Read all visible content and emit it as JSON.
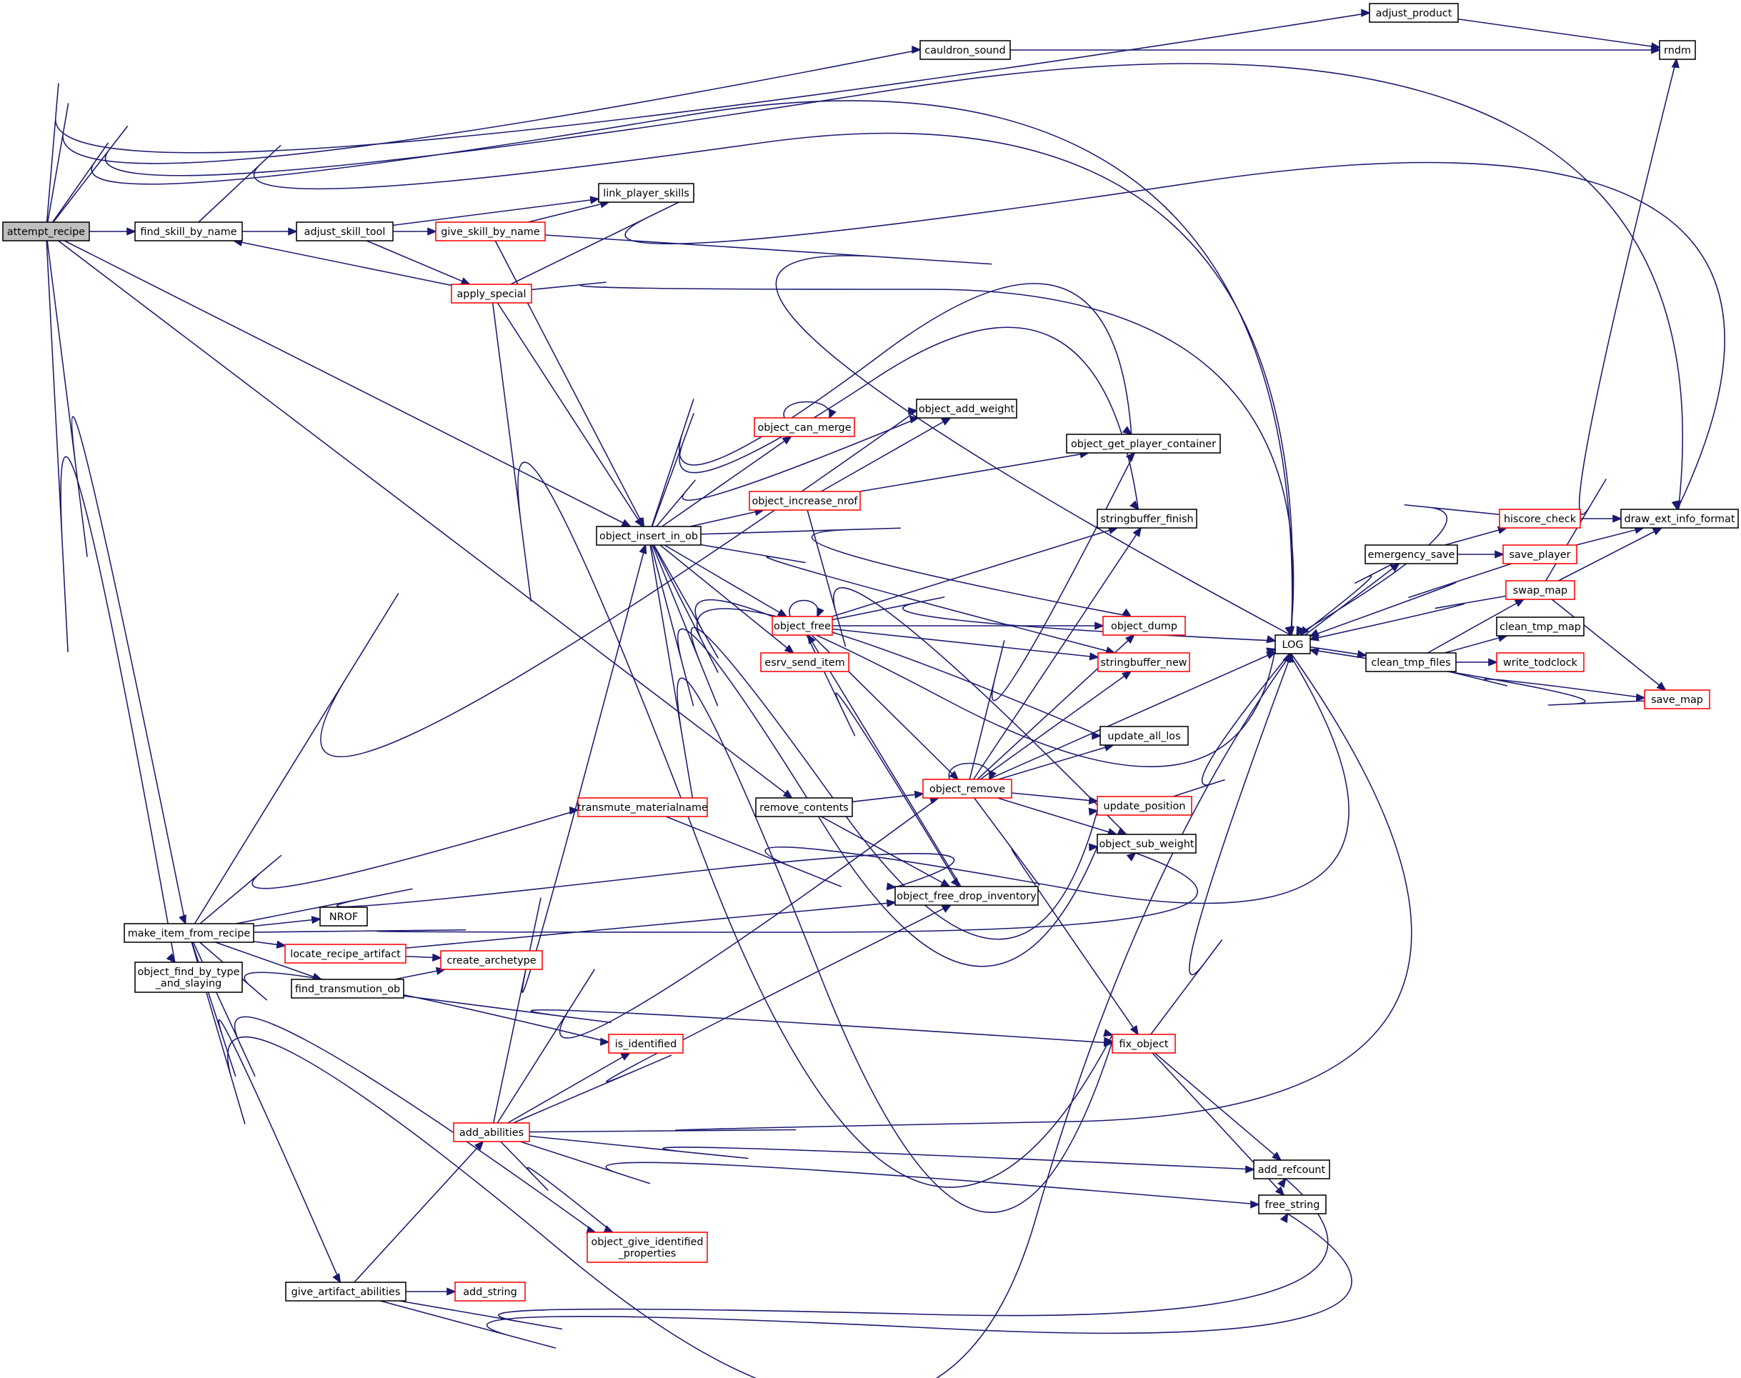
{
  "colors": {
    "edge": "#191970",
    "node_border": "#000000",
    "node_border_undocumented": "#ff0000",
    "root_fill": "#bfbfbf",
    "background": "#ffffff"
  },
  "nodes": [
    {
      "id": "attempt_recipe",
      "lines": [
        "attempt_recipe"
      ],
      "style": "root"
    },
    {
      "id": "find_skill_by_name",
      "lines": [
        "find_skill_by_name"
      ],
      "style": "plain"
    },
    {
      "id": "adjust_skill_tool",
      "lines": [
        "adjust_skill_tool"
      ],
      "style": "plain"
    },
    {
      "id": "link_player_skills",
      "lines": [
        "link_player_skills"
      ],
      "style": "plain"
    },
    {
      "id": "give_skill_by_name",
      "lines": [
        "give_skill_by_name"
      ],
      "style": "red"
    },
    {
      "id": "apply_special",
      "lines": [
        "apply_special"
      ],
      "style": "red"
    },
    {
      "id": "adjust_product",
      "lines": [
        "adjust_product"
      ],
      "style": "plain"
    },
    {
      "id": "cauldron_sound",
      "lines": [
        "cauldron_sound"
      ],
      "style": "plain"
    },
    {
      "id": "rndm",
      "lines": [
        "rndm"
      ],
      "style": "plain"
    },
    {
      "id": "object_insert_in_ob",
      "lines": [
        "object_insert_in_ob"
      ],
      "style": "plain"
    },
    {
      "id": "object_add_weight",
      "lines": [
        "object_add_weight"
      ],
      "style": "plain"
    },
    {
      "id": "object_can_merge",
      "lines": [
        "object_can_merge"
      ],
      "style": "red"
    },
    {
      "id": "object_increase_nrof",
      "lines": [
        "object_increase_nrof"
      ],
      "style": "red"
    },
    {
      "id": "object_get_player_container",
      "lines": [
        "object_get_player_container"
      ],
      "style": "plain"
    },
    {
      "id": "stringbuffer_finish",
      "lines": [
        "stringbuffer_finish"
      ],
      "style": "plain"
    },
    {
      "id": "object_free",
      "lines": [
        "object_free"
      ],
      "style": "red"
    },
    {
      "id": "esrv_send_item",
      "lines": [
        "esrv_send_item"
      ],
      "style": "red"
    },
    {
      "id": "object_dump",
      "lines": [
        "object_dump"
      ],
      "style": "red"
    },
    {
      "id": "stringbuffer_new",
      "lines": [
        "stringbuffer_new"
      ],
      "style": "red"
    },
    {
      "id": "update_all_los",
      "lines": [
        "update_all_los"
      ],
      "style": "plain"
    },
    {
      "id": "object_remove",
      "lines": [
        "object_remove"
      ],
      "style": "red"
    },
    {
      "id": "update_position",
      "lines": [
        "update_position"
      ],
      "style": "red"
    },
    {
      "id": "object_sub_weight",
      "lines": [
        "object_sub_weight"
      ],
      "style": "plain"
    },
    {
      "id": "remove_contents",
      "lines": [
        "remove_contents"
      ],
      "style": "plain"
    },
    {
      "id": "transmute_materialname",
      "lines": [
        "transmute_materialname"
      ],
      "style": "red"
    },
    {
      "id": "object_free_drop_inventory",
      "lines": [
        "object_free_drop_inventory"
      ],
      "style": "plain"
    },
    {
      "id": "make_item_from_recipe",
      "lines": [
        "make_item_from_recipe"
      ],
      "style": "plain"
    },
    {
      "id": "NROF",
      "lines": [
        "NROF"
      ],
      "style": "plain"
    },
    {
      "id": "locate_recipe_artifact",
      "lines": [
        "locate_recipe_artifact"
      ],
      "style": "red"
    },
    {
      "id": "create_archetype",
      "lines": [
        "create_archetype"
      ],
      "style": "red"
    },
    {
      "id": "find_transmution_ob",
      "lines": [
        "find_transmution_ob"
      ],
      "style": "plain"
    },
    {
      "id": "object_find_by_type_and_slaying",
      "lines": [
        "object_find_by_type",
        "_and_slaying"
      ],
      "style": "plain"
    },
    {
      "id": "is_identified",
      "lines": [
        "is_identified"
      ],
      "style": "red"
    },
    {
      "id": "fix_object",
      "lines": [
        "fix_object"
      ],
      "style": "red"
    },
    {
      "id": "add_abilities",
      "lines": [
        "add_abilities"
      ],
      "style": "red"
    },
    {
      "id": "object_give_identified_properties",
      "lines": [
        "object_give_identified",
        "_properties"
      ],
      "style": "red"
    },
    {
      "id": "add_refcount",
      "lines": [
        "add_refcount"
      ],
      "style": "plain"
    },
    {
      "id": "free_string",
      "lines": [
        "free_string"
      ],
      "style": "plain"
    },
    {
      "id": "give_artifact_abilities",
      "lines": [
        "give_artifact_abilities"
      ],
      "style": "plain"
    },
    {
      "id": "add_string",
      "lines": [
        "add_string"
      ],
      "style": "red"
    },
    {
      "id": "LOG",
      "lines": [
        "LOG"
      ],
      "style": "plain"
    },
    {
      "id": "emergency_save",
      "lines": [
        "emergency_save"
      ],
      "style": "plain"
    },
    {
      "id": "hiscore_check",
      "lines": [
        "hiscore_check"
      ],
      "style": "red"
    },
    {
      "id": "save_player",
      "lines": [
        "save_player"
      ],
      "style": "red"
    },
    {
      "id": "draw_ext_info_format",
      "lines": [
        "draw_ext_info_format"
      ],
      "style": "plain"
    },
    {
      "id": "swap_map",
      "lines": [
        "swap_map"
      ],
      "style": "red"
    },
    {
      "id": "clean_tmp_map",
      "lines": [
        "clean_tmp_map"
      ],
      "style": "plain"
    },
    {
      "id": "clean_tmp_files",
      "lines": [
        "clean_tmp_files"
      ],
      "style": "plain"
    },
    {
      "id": "write_todclock",
      "lines": [
        "write_todclock"
      ],
      "style": "red"
    },
    {
      "id": "save_map",
      "lines": [
        "save_map"
      ],
      "style": "red"
    }
  ],
  "edges": [
    [
      "attempt_recipe",
      "adjust_product"
    ],
    [
      "attempt_recipe",
      "cauldron_sound"
    ],
    [
      "attempt_recipe",
      "LOG"
    ],
    [
      "attempt_recipe",
      "draw_ext_info_format"
    ],
    [
      "attempt_recipe",
      "find_skill_by_name"
    ],
    [
      "attempt_recipe",
      "object_insert_in_ob"
    ],
    [
      "attempt_recipe",
      "remove_contents"
    ],
    [
      "attempt_recipe",
      "make_item_from_recipe"
    ],
    [
      "attempt_recipe",
      "object_find_by_type_and_slaying"
    ],
    [
      "adjust_product",
      "rndm"
    ],
    [
      "cauldron_sound",
      "rndm"
    ],
    [
      "find_skill_by_name",
      "adjust_skill_tool"
    ],
    [
      "find_skill_by_name",
      "LOG"
    ],
    [
      "adjust_skill_tool",
      "link_player_skills"
    ],
    [
      "adjust_skill_tool",
      "give_skill_by_name"
    ],
    [
      "adjust_skill_tool",
      "apply_special"
    ],
    [
      "give_skill_by_name",
      "link_player_skills"
    ],
    [
      "give_skill_by_name",
      "object_insert_in_ob"
    ],
    [
      "give_skill_by_name",
      "LOG"
    ],
    [
      "apply_special",
      "find_skill_by_name"
    ],
    [
      "apply_special",
      "draw_ext_info_format"
    ],
    [
      "apply_special",
      "LOG"
    ],
    [
      "apply_special",
      "object_insert_in_ob"
    ],
    [
      "apply_special",
      "fix_object"
    ],
    [
      "object_insert_in_ob",
      "object_add_weight"
    ],
    [
      "object_insert_in_ob",
      "object_can_merge"
    ],
    [
      "object_insert_in_ob",
      "object_increase_nrof"
    ],
    [
      "object_insert_in_ob",
      "object_get_player_container"
    ],
    [
      "object_insert_in_ob",
      "stringbuffer_finish"
    ],
    [
      "object_insert_in_ob",
      "object_dump"
    ],
    [
      "object_insert_in_ob",
      "stringbuffer_new"
    ],
    [
      "object_insert_in_ob",
      "object_free"
    ],
    [
      "object_insert_in_ob",
      "esrv_send_item"
    ],
    [
      "object_insert_in_ob",
      "LOG"
    ],
    [
      "object_insert_in_ob",
      "update_all_los"
    ],
    [
      "object_insert_in_ob",
      "update_position"
    ],
    [
      "object_insert_in_ob",
      "object_sub_weight"
    ],
    [
      "object_insert_in_ob",
      "fix_object"
    ],
    [
      "object_can_merge",
      "object_can_merge"
    ],
    [
      "object_increase_nrof",
      "object_add_weight"
    ],
    [
      "object_increase_nrof",
      "object_get_player_container"
    ],
    [
      "object_increase_nrof",
      "object_sub_weight"
    ],
    [
      "object_free",
      "object_free"
    ],
    [
      "object_free",
      "stringbuffer_finish"
    ],
    [
      "object_free",
      "object_dump"
    ],
    [
      "object_free",
      "stringbuffer_new"
    ],
    [
      "object_free",
      "LOG"
    ],
    [
      "object_free",
      "object_remove"
    ],
    [
      "object_free",
      "object_free_drop_inventory"
    ],
    [
      "object_remove",
      "object_remove"
    ],
    [
      "object_remove",
      "object_get_player_container"
    ],
    [
      "object_remove",
      "stringbuffer_finish"
    ],
    [
      "object_remove",
      "object_dump"
    ],
    [
      "object_remove",
      "stringbuffer_new"
    ],
    [
      "object_remove",
      "update_all_los"
    ],
    [
      "object_remove",
      "LOG"
    ],
    [
      "object_remove",
      "update_position"
    ],
    [
      "object_remove",
      "object_sub_weight"
    ],
    [
      "object_remove",
      "fix_object"
    ],
    [
      "update_position",
      "LOG"
    ],
    [
      "remove_contents",
      "object_remove"
    ],
    [
      "remove_contents",
      "object_free_drop_inventory"
    ],
    [
      "object_free_drop_inventory",
      "object_free"
    ],
    [
      "transmute_materialname",
      "LOG"
    ],
    [
      "make_item_from_recipe",
      "object_add_weight"
    ],
    [
      "make_item_from_recipe",
      "transmute_materialname"
    ],
    [
      "make_item_from_recipe",
      "object_free_drop_inventory"
    ],
    [
      "make_item_from_recipe",
      "object_sub_weight"
    ],
    [
      "make_item_from_recipe",
      "NROF"
    ],
    [
      "make_item_from_recipe",
      "locate_recipe_artifact"
    ],
    [
      "make_item_from_recipe",
      "find_transmution_ob"
    ],
    [
      "make_item_from_recipe",
      "is_identified"
    ],
    [
      "make_item_from_recipe",
      "object_give_identified_properties"
    ],
    [
      "make_item_from_recipe",
      "LOG"
    ],
    [
      "make_item_from_recipe",
      "give_artifact_abilities"
    ],
    [
      "locate_recipe_artifact",
      "object_free_drop_inventory"
    ],
    [
      "locate_recipe_artifact",
      "create_archetype"
    ],
    [
      "find_transmution_ob",
      "create_archetype"
    ],
    [
      "find_transmution_ob",
      "fix_object"
    ],
    [
      "fix_object",
      "LOG"
    ],
    [
      "fix_object",
      "add_refcount"
    ],
    [
      "fix_object",
      "free_string"
    ],
    [
      "add_abilities",
      "object_insert_in_ob"
    ],
    [
      "add_abilities",
      "object_remove"
    ],
    [
      "add_abilities",
      "object_free_drop_inventory"
    ],
    [
      "add_abilities",
      "is_identified"
    ],
    [
      "add_abilities",
      "LOG"
    ],
    [
      "add_abilities",
      "add_refcount"
    ],
    [
      "add_abilities",
      "free_string"
    ],
    [
      "add_abilities",
      "object_give_identified_properties"
    ],
    [
      "give_artifact_abilities",
      "add_abilities"
    ],
    [
      "give_artifact_abilities",
      "add_string"
    ],
    [
      "give_artifact_abilities",
      "add_refcount"
    ],
    [
      "give_artifact_abilities",
      "free_string"
    ],
    [
      "LOG",
      "emergency_save"
    ],
    [
      "LOG",
      "clean_tmp_files"
    ],
    [
      "emergency_save",
      "LOG"
    ],
    [
      "emergency_save",
      "hiscore_check"
    ],
    [
      "emergency_save",
      "save_player"
    ],
    [
      "hiscore_check",
      "LOG"
    ],
    [
      "hiscore_check",
      "draw_ext_info_format"
    ],
    [
      "save_player",
      "LOG"
    ],
    [
      "save_player",
      "draw_ext_info_format"
    ],
    [
      "swap_map",
      "LOG"
    ],
    [
      "swap_map",
      "rndm"
    ],
    [
      "swap_map",
      "draw_ext_info_format"
    ],
    [
      "swap_map",
      "save_map"
    ],
    [
      "clean_tmp_files",
      "swap_map"
    ],
    [
      "clean_tmp_files",
      "clean_tmp_map"
    ],
    [
      "clean_tmp_files",
      "write_todclock"
    ],
    [
      "clean_tmp_files",
      "save_map"
    ],
    [
      "save_map",
      "LOG"
    ]
  ]
}
